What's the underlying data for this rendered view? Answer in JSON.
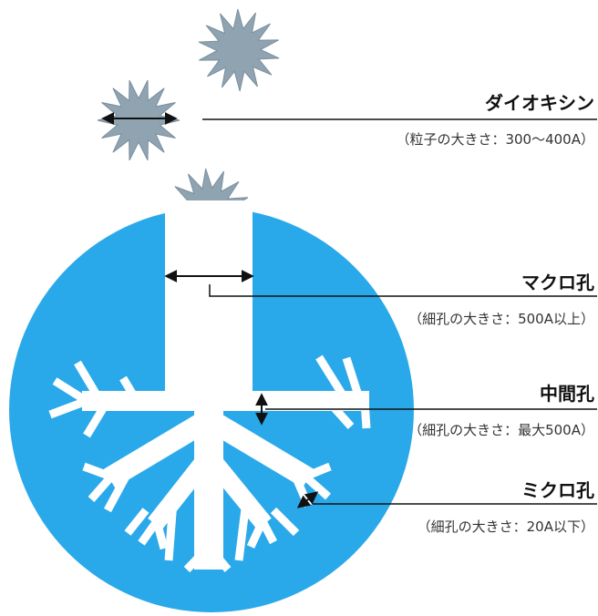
{
  "colors": {
    "particle": "#8fa3b1",
    "particle_stroke": "#7a8f9e",
    "carbon": "#2aa9ea",
    "pore": "#ffffff",
    "line": "#111111"
  },
  "labels": {
    "dioxin": {
      "title": "ダイオキシン",
      "sub": "（粒子の大きさ：300～400A）"
    },
    "macro": {
      "title": "マクロ孔",
      "sub": "（細孔の大きさ：500A以上）"
    },
    "meso": {
      "title": "中間孔",
      "sub": "（細孔の大きさ：最大500A）"
    },
    "micro": {
      "title": "ミクロ孔",
      "sub": "（細孔の大きさ：20A以下）"
    }
  }
}
